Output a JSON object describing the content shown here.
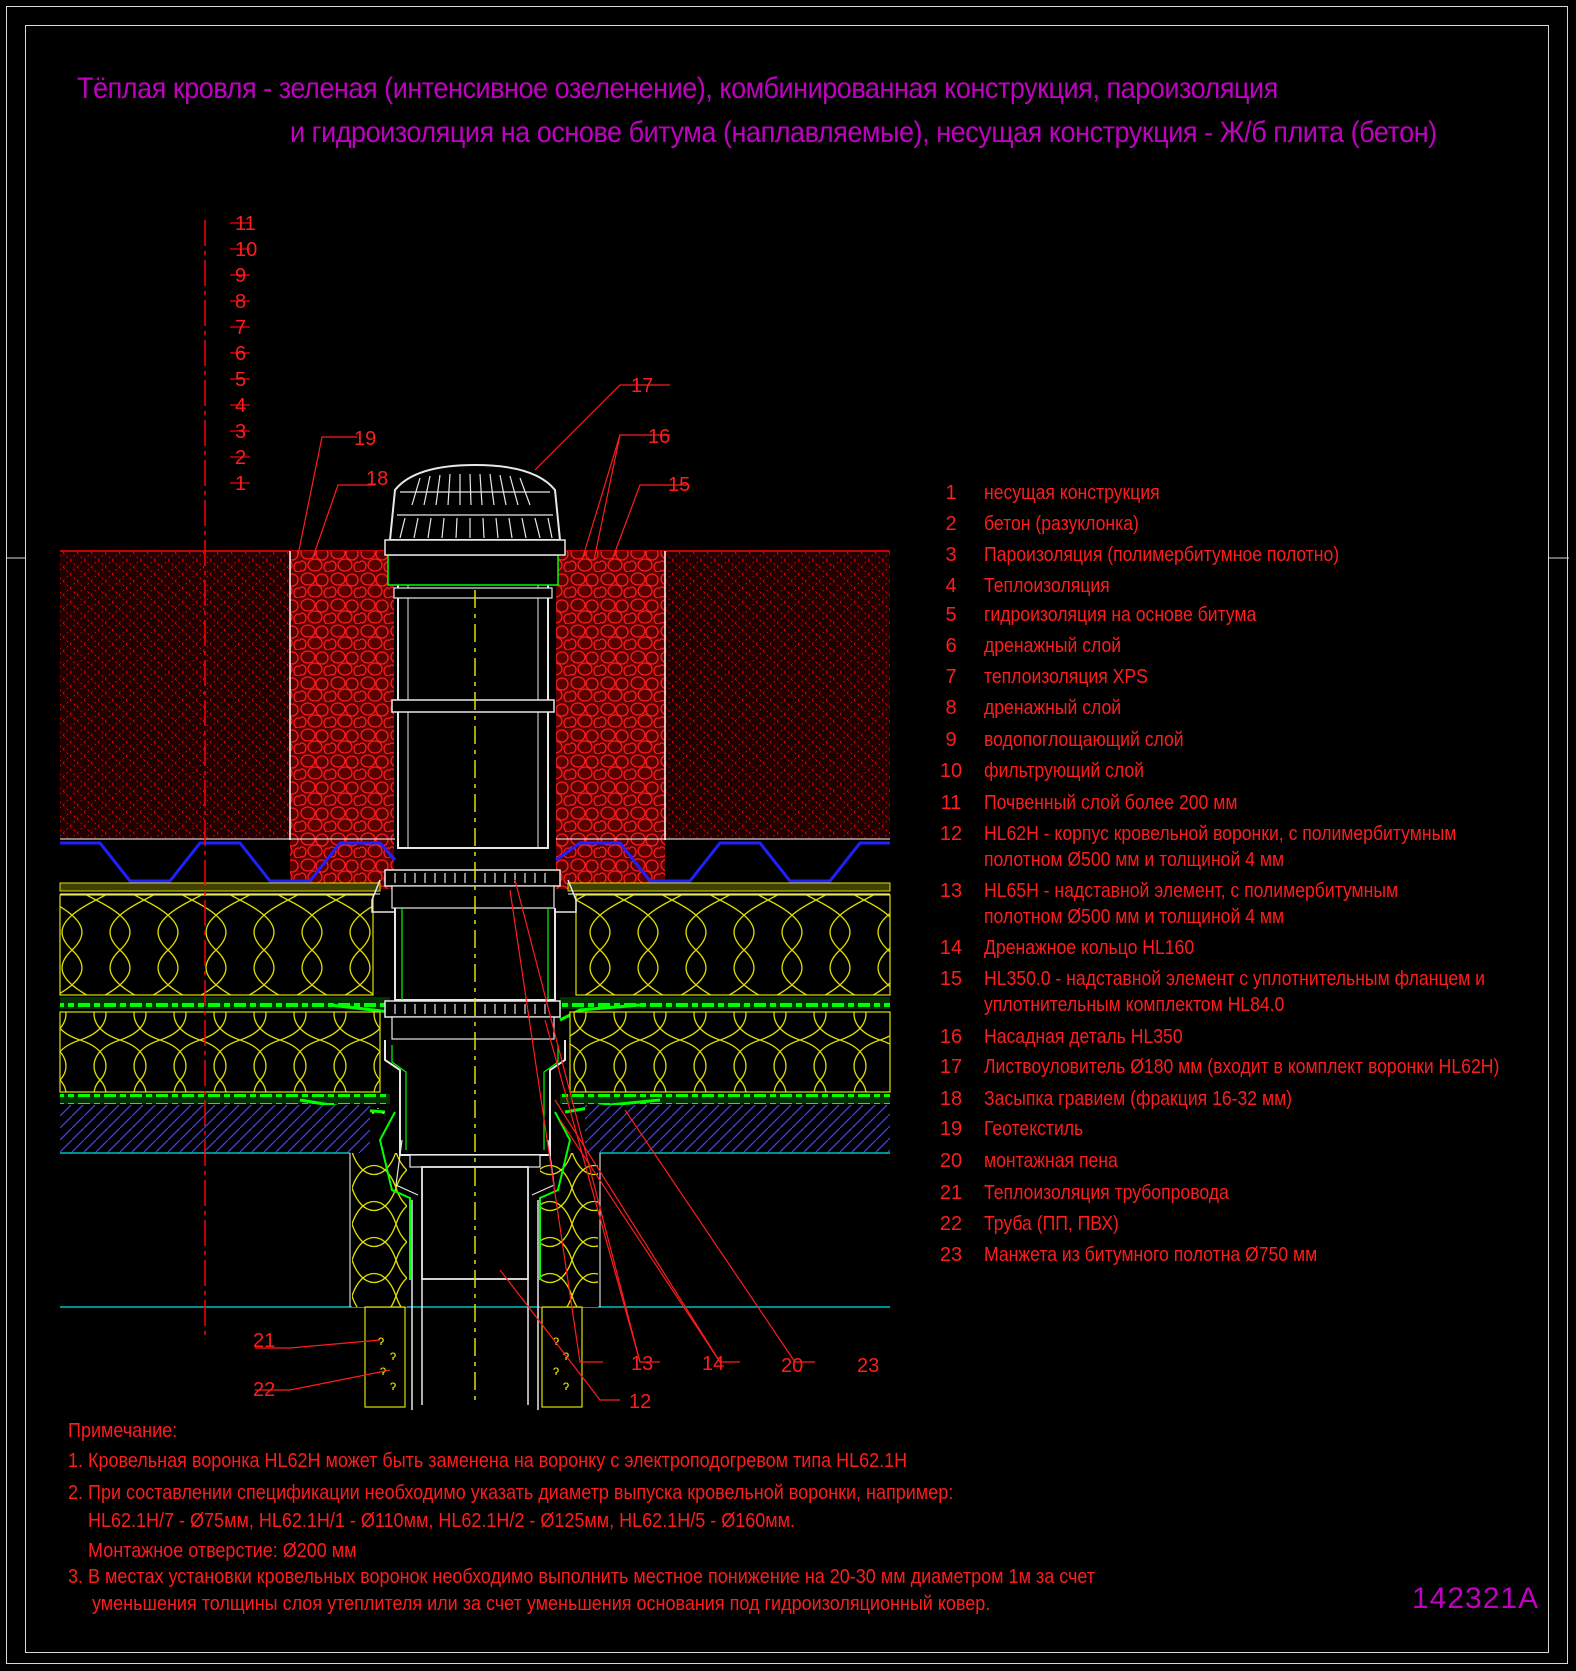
{
  "title": {
    "line1": "Тёплая кровля - зеленая (интенсивное озеленение), комбинированная конструкция, пароизоляция",
    "line2": "и гидроизоляция на основе битума (наплавляемые), несущая конструкция - Ж/б плита (бетон)"
  },
  "layer_scale": [
    "11",
    "10",
    "9",
    "8",
    "7",
    "6",
    "5",
    "4",
    "3",
    "2",
    "1"
  ],
  "callouts": {
    "c17": "17",
    "c16": "16",
    "c15": "15",
    "c19": "19",
    "c18": "18",
    "c21": "21",
    "c22": "22",
    "c13": "13",
    "c14": "14",
    "c20": "20",
    "c23": "23",
    "c12": "12"
  },
  "legend": [
    {
      "num": "1",
      "text": "несущая конструкция"
    },
    {
      "num": "2",
      "text": "бетон (разуклонка)"
    },
    {
      "num": "3",
      "text": "Пароизоляция (полимербитумное полотно)"
    },
    {
      "num": "4",
      "text": "Теплоизоляция"
    },
    {
      "num": "5",
      "text": "гидроизоляция на основе битума"
    },
    {
      "num": "6",
      "text": "дренажный   слой"
    },
    {
      "num": "7",
      "text": "теплоизоляция XPS"
    },
    {
      "num": "8",
      "text": "дренажный   слой"
    },
    {
      "num": "9",
      "text": "водопоглощающий слой"
    },
    {
      "num": "10",
      "text": "фильтрующий слой"
    },
    {
      "num": "11",
      "text": "Почвенный слой более 200 мм"
    },
    {
      "num": "12",
      "text": "HL62H - корпус кровельной воронки, с полимербитумным",
      "text2": "полотном Ø500 мм и толщиной 4 мм"
    },
    {
      "num": "13",
      "text": "HL65H - надставной элемент, с полимербитумным",
      "text2": "полотном Ø500 мм и толщиной 4 мм"
    },
    {
      "num": "14",
      "text": "Дренажное кольцо HL160"
    },
    {
      "num": "15",
      "text": "HL350.0 - надставной элемент с уплотнительным фланцем и",
      "text2": "уплотнительным комплектом HL84.0"
    },
    {
      "num": "16",
      "text": "Насадная деталь HL350"
    },
    {
      "num": "17",
      "text": "Листвоуловитель Ø180 мм (входит в комплект воронки HL62H)"
    },
    {
      "num": "18",
      "text": "Засыпка гравием (фракция 16-32 мм)"
    },
    {
      "num": "19",
      "text": "Геотекстиль"
    },
    {
      "num": "20",
      "text": "монтажная пена"
    },
    {
      "num": "21",
      "text": "Теплоизоляция трубопровода"
    },
    {
      "num": "22",
      "text": "Труба (ПП, ПВХ)"
    },
    {
      "num": "23",
      "text": "Манжета из битумного полотна Ø750 мм"
    }
  ],
  "notes": {
    "heading": "Примечание:",
    "n1": "1. Кровельная воронка HL62H может быть заменена на воронку с электроподогревом типа HL62.1H",
    "n2": "2. При составлении спецификации необходимо указать диаметр выпуска кровельной воронки, например:",
    "n2b": "HL62.1H/7 - Ø75мм, HL62.1H/1 - Ø110мм, HL62.1H/2 - Ø125мм, HL62.1H/5 - Ø160мм.",
    "n2c": "Монтажное отверстие: Ø200 мм",
    "n3": "3. В местах установки кровельных воронок необходимо выполнить местное понижение на 20-30 мм диаметром 1м за счет",
    "n3b": "уменьшения толщины слоя утеплителя или за счет уменьшения основания под гидроизоляционный ковер."
  },
  "stamp": "142321A",
  "colors": {
    "background": "#000000",
    "title": "#c000c0",
    "text": "#ff1c1c",
    "soil": "#ff0000",
    "gravel": "#ff0000",
    "insulation": "#e0e000",
    "drainage": "#2020ff",
    "membrane": "#00ff00",
    "concrete": "#4040ff",
    "pipe": "#e8e8e8",
    "accent_line": "#00c0c0"
  }
}
